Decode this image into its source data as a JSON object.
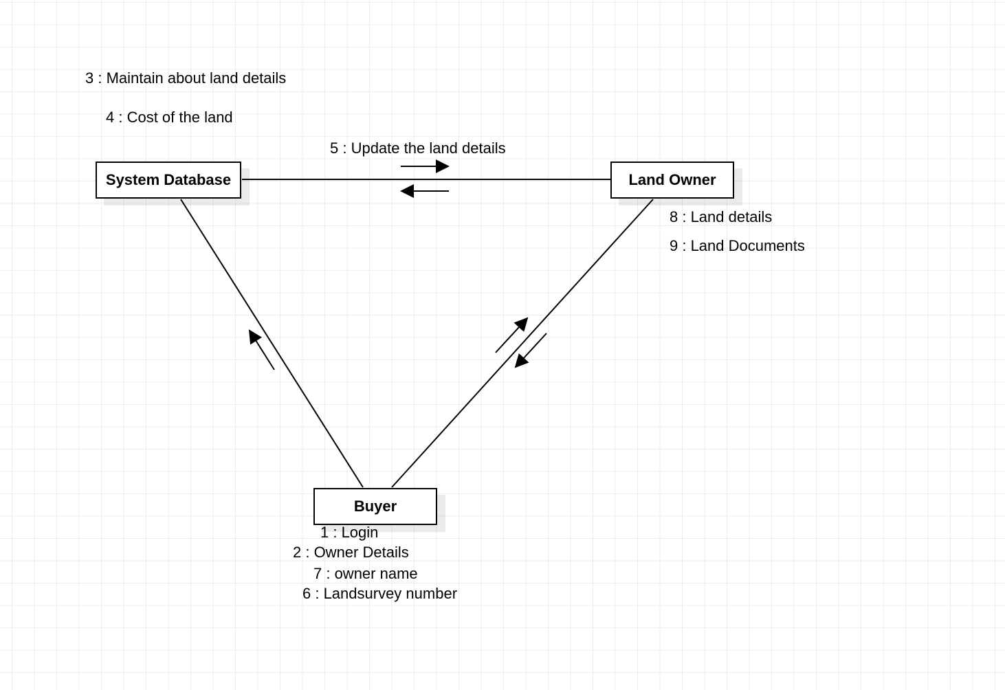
{
  "objects": {
    "system_database": "System Database",
    "land_owner": "Land Owner",
    "buyer": "Buyer"
  },
  "messages": {
    "m3": "3 : Maintain about land details",
    "m4": "4 : Cost of the land",
    "m5": "5 : Update the land details",
    "m8": "8 : Land details",
    "m9": "9 : Land Documents",
    "m1": "1 : Login",
    "m2": "2 : Owner Details",
    "m7": "7 : owner name",
    "m6": "6 : Landsurvey number"
  }
}
